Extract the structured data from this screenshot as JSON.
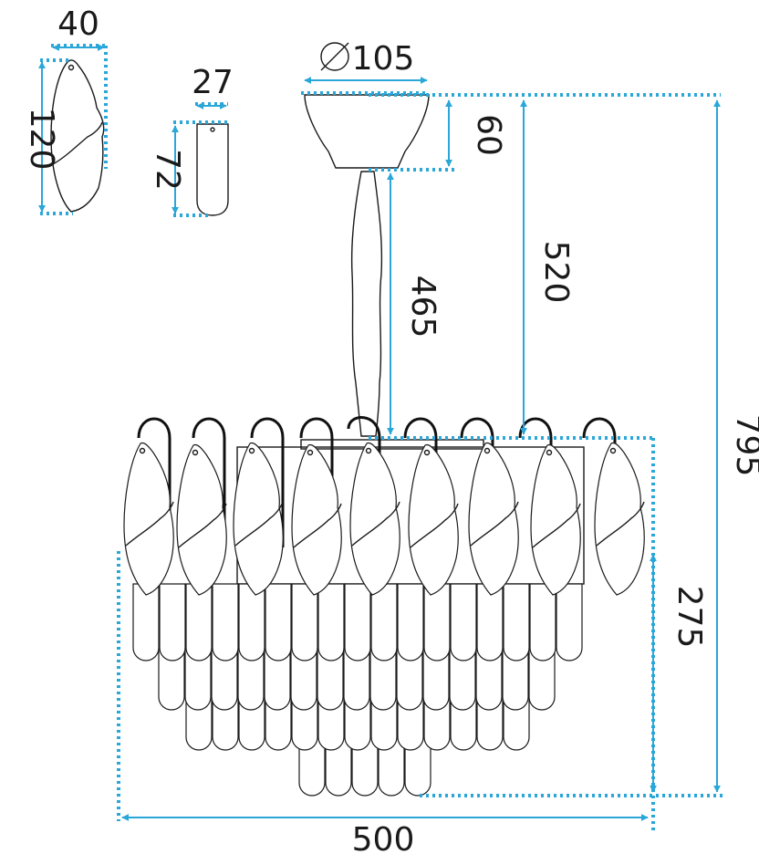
{
  "colors": {
    "dimension": "#2aa7d8",
    "ink": "#1a1a1a",
    "background": "#ffffff"
  },
  "dimensions": {
    "leaf_width": "40",
    "leaf_height": "120",
    "drop_width": "27",
    "drop_height": "72",
    "canopy_diameter": "105",
    "canopy_height": "60",
    "rod_length": "465",
    "canopy_to_body": "520",
    "body_height": "275",
    "total_height": "795",
    "body_width": "500"
  },
  "symbols": {
    "diameter": "diameter-icon"
  }
}
